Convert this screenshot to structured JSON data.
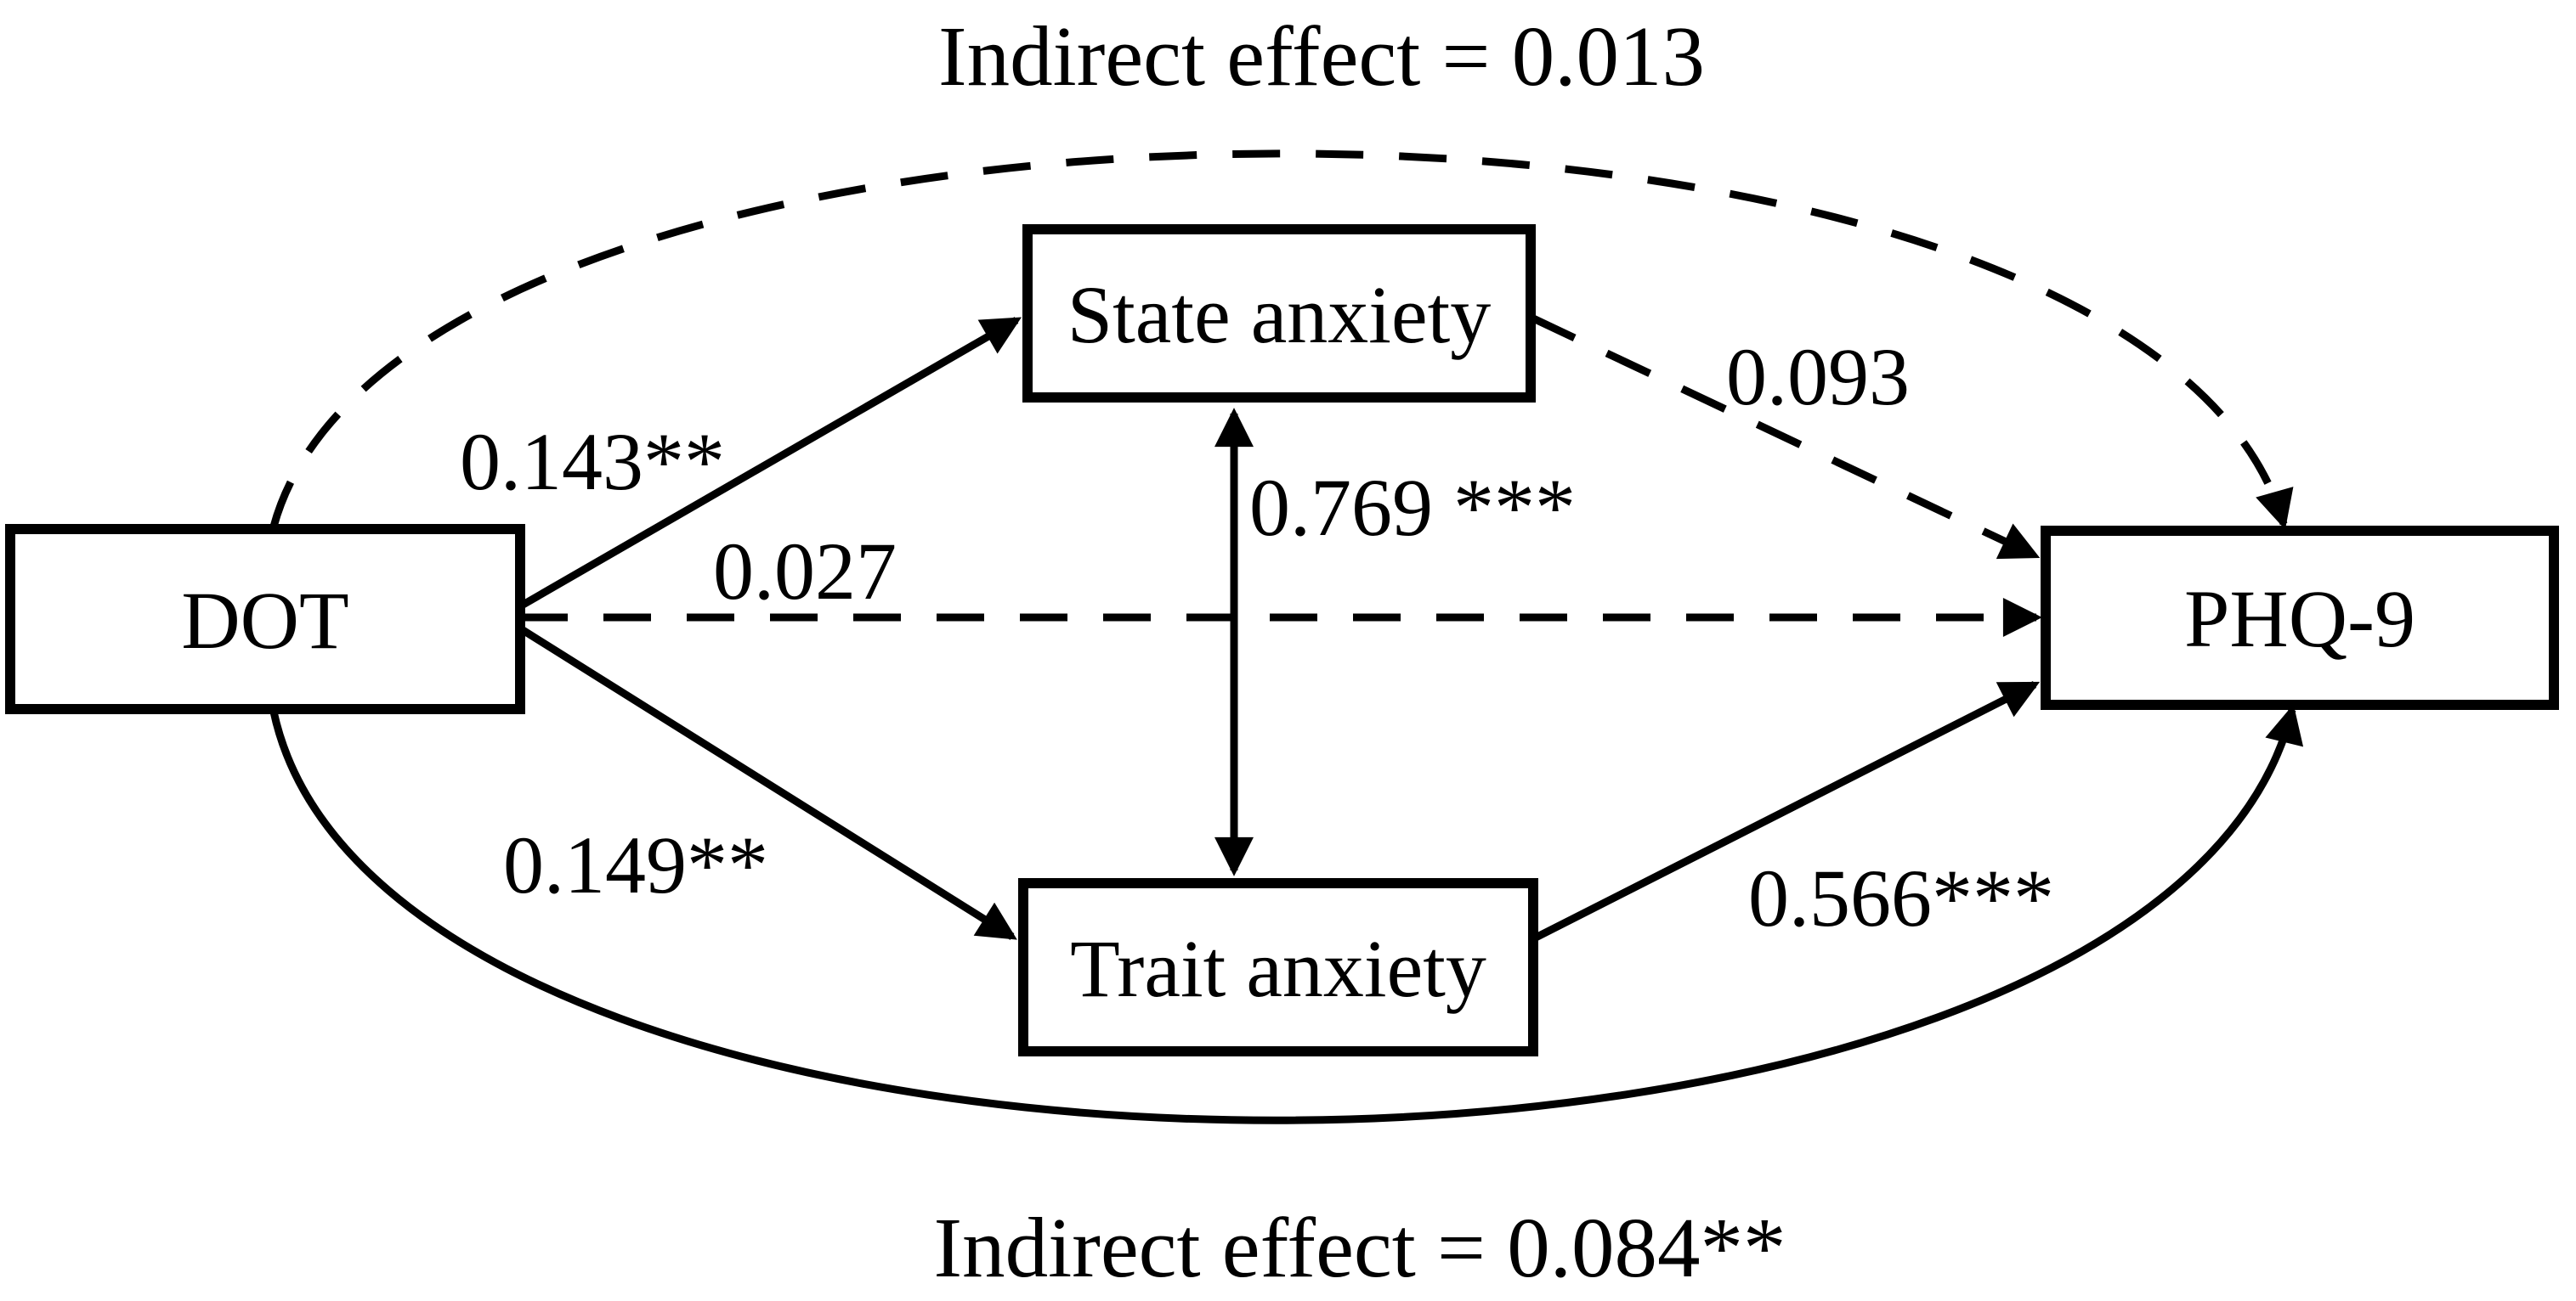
{
  "diagram": {
    "title_top": "Indirect effect = 0.013",
    "title_bottom": "Indirect effect = 0.084**",
    "nodes": {
      "dot": {
        "label": "DOT"
      },
      "state_anxiety": {
        "label": "State anxiety"
      },
      "trait_anxiety": {
        "label": "Trait anxiety"
      },
      "phq9": {
        "label": "PHQ-9"
      }
    },
    "coefficients": {
      "dot_to_state": "0.143**",
      "dot_to_phq9_direct": "0.027",
      "dot_to_trait": "0.149**",
      "state_trait_covariance": "0.769 ***",
      "state_to_phq9": "0.093",
      "trait_to_phq9": "0.566***"
    },
    "colors": {
      "line": "#000000",
      "text": "#000000",
      "background": "#ffffff"
    }
  }
}
